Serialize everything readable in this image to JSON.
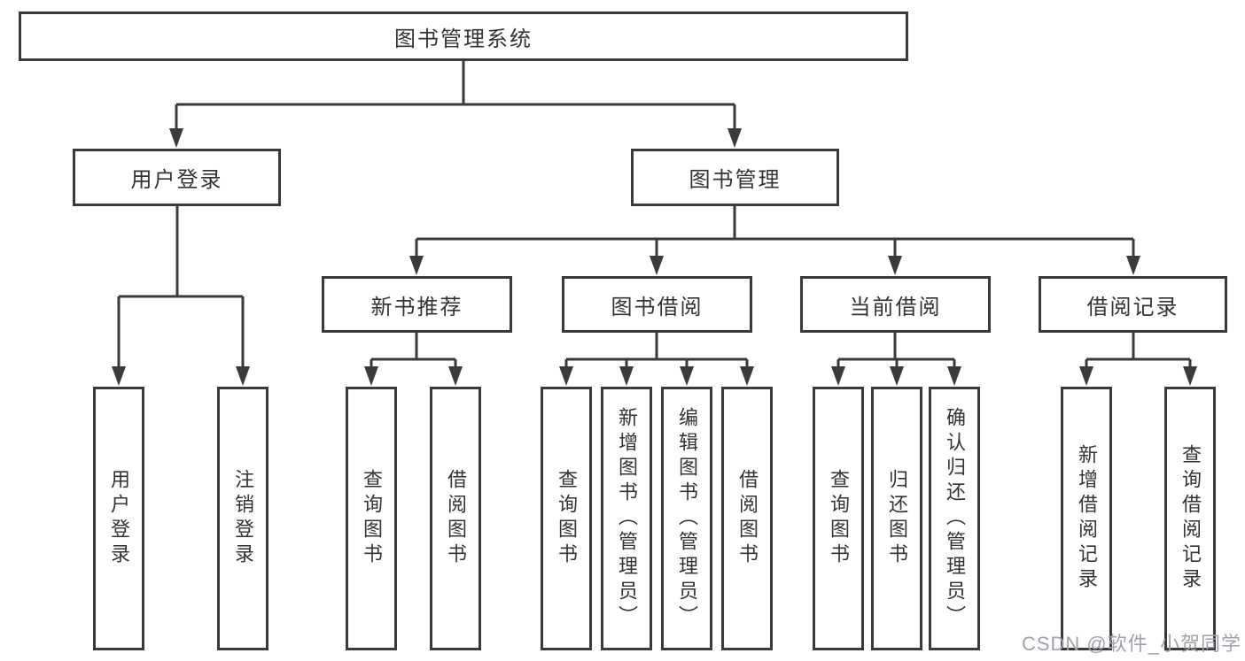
{
  "diagram": {
    "type": "tree-structure-chart",
    "root": {
      "label": "图书管理系统",
      "children": [
        {
          "label": "用户登录",
          "children": [
            {
              "label": "用户登录"
            },
            {
              "label": "注销登录"
            }
          ]
        },
        {
          "label": "图书管理",
          "children": [
            {
              "label": "新书推荐",
              "children": [
                {
                  "label": "查询图书"
                },
                {
                  "label": "借阅图书"
                }
              ]
            },
            {
              "label": "图书借阅",
              "children": [
                {
                  "label": "查询图书"
                },
                {
                  "label": "新增图书（管理员）"
                },
                {
                  "label": "编辑图书（管理员）"
                },
                {
                  "label": "借阅图书"
                }
              ]
            },
            {
              "label": "当前借阅",
              "children": [
                {
                  "label": "查询图书"
                },
                {
                  "label": "归还图书"
                },
                {
                  "label": "确认归还（管理员）"
                }
              ]
            },
            {
              "label": "借阅记录",
              "children": [
                {
                  "label": "新增借阅记录"
                },
                {
                  "label": "查询借阅记录"
                }
              ]
            }
          ]
        }
      ]
    }
  },
  "watermark": {
    "text": "CSDN @软件_小贺同学"
  },
  "colors": {
    "line": "#3a3a3a",
    "box_border": "#3a3a3a",
    "text": "#333333",
    "watermark": "#9fa2a8",
    "background": "#ffffff"
  }
}
